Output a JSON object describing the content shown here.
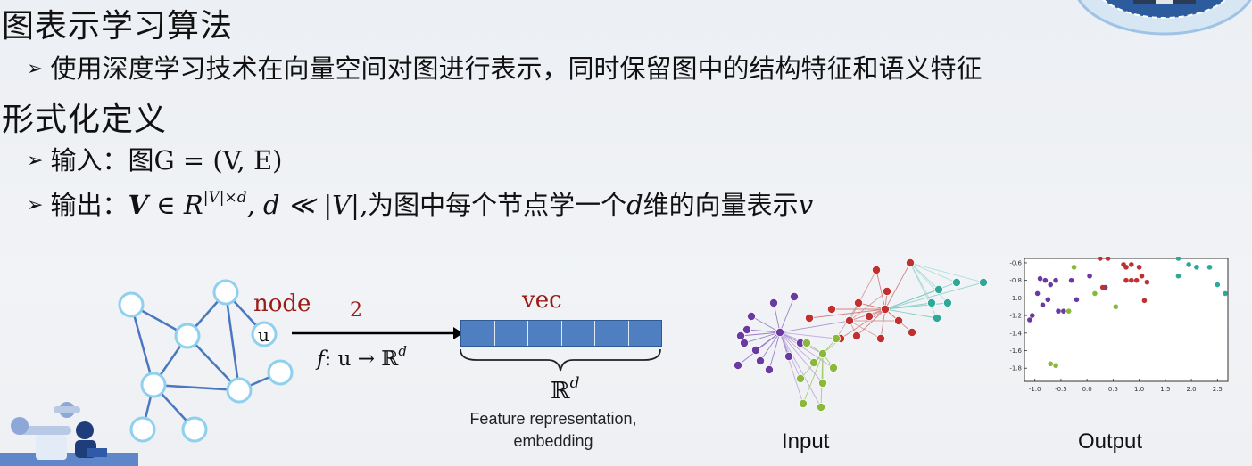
{
  "slide": {
    "title1": "图表示学习算法",
    "bullet1": "使用深度学习技术在向量空间对图进行表示，同时保留图中的结构特征和语义特征",
    "title2": "形式化定义",
    "input_label": "输入：",
    "input_text_cn": "图",
    "input_formula": "G = (V, E)",
    "output_label": "输出：",
    "output_V": "V",
    "output_in": " ∈ ",
    "output_R": "R",
    "output_sup": "|V|×d",
    "output_rest": ", d ≪ |V|,",
    "output_text_cn": "为图中每个节点学一个",
    "output_d": "d",
    "output_text_cn2": "维的向量表示",
    "output_v": "v",
    "bullet_symbol": "➢"
  },
  "diagram": {
    "node_label": "node",
    "node_u": "u",
    "number_label": "2",
    "vec_label": "vec",
    "mapping_f": "f",
    "mapping_rest": ": u → ℝ",
    "mapping_sup": "d",
    "brace_R": "ℝ",
    "brace_sup": "d",
    "caption_line1": "Feature representation,",
    "caption_line2": "embedding",
    "input_caption": "Input",
    "output_caption": "Output",
    "vector_cells": 6,
    "colors": {
      "accent_red": "#9a1c16",
      "vec_blue": "#4f7fc0",
      "node_blue": "#8fd0ee"
    }
  },
  "scatter": {
    "x_ticks": [
      "-1.0",
      "-0.5",
      "0.0",
      "0.5",
      "1.0",
      "1.5",
      "2.0",
      "2.5"
    ],
    "y_ticks": [
      "-0.6",
      "-0.8",
      "-1.0",
      "-1.2",
      "-1.4",
      "-1.6",
      "-1.8"
    ],
    "xlim": [
      -1.2,
      2.7
    ],
    "ylim": [
      -1.95,
      -0.55
    ],
    "groups": [
      {
        "color": "#6b3aa0",
        "points": [
          [
            -1.05,
            -1.2
          ],
          [
            -0.95,
            -0.95
          ],
          [
            -0.9,
            -0.78
          ],
          [
            -0.8,
            -0.8
          ],
          [
            -0.85,
            -1.08
          ],
          [
            -0.7,
            -0.85
          ],
          [
            -0.6,
            -0.8
          ],
          [
            -0.55,
            -1.15
          ],
          [
            -0.45,
            -1.15
          ],
          [
            -0.3,
            -0.8
          ],
          [
            -0.2,
            -1.02
          ],
          [
            0.05,
            -0.75
          ],
          [
            0.35,
            -0.88
          ],
          [
            -1.1,
            -1.25
          ],
          [
            -0.75,
            -1.02
          ]
        ]
      },
      {
        "color": "#c03030",
        "points": [
          [
            0.25,
            -0.55
          ],
          [
            0.4,
            -0.55
          ],
          [
            0.7,
            -0.62
          ],
          [
            0.85,
            -0.62
          ],
          [
            0.75,
            -0.8
          ],
          [
            0.85,
            -0.8
          ],
          [
            0.95,
            -0.8
          ],
          [
            1.0,
            -0.65
          ],
          [
            1.05,
            -0.75
          ],
          [
            1.1,
            -1.03
          ],
          [
            1.15,
            -0.82
          ],
          [
            0.75,
            -0.65
          ],
          [
            0.3,
            -0.88
          ]
        ]
      },
      {
        "color": "#2fa89a",
        "points": [
          [
            1.75,
            -0.55
          ],
          [
            1.75,
            -0.75
          ],
          [
            2.1,
            -0.65
          ],
          [
            2.35,
            -0.65
          ],
          [
            2.5,
            -0.85
          ],
          [
            2.65,
            -0.95
          ],
          [
            1.95,
            -0.62
          ]
        ]
      },
      {
        "color": "#8ab83a",
        "points": [
          [
            -0.7,
            -1.75
          ],
          [
            -0.6,
            -1.77
          ],
          [
            -0.25,
            -0.65
          ],
          [
            0.15,
            -0.95
          ],
          [
            0.55,
            -1.1
          ],
          [
            -0.35,
            -1.15
          ]
        ]
      }
    ]
  }
}
